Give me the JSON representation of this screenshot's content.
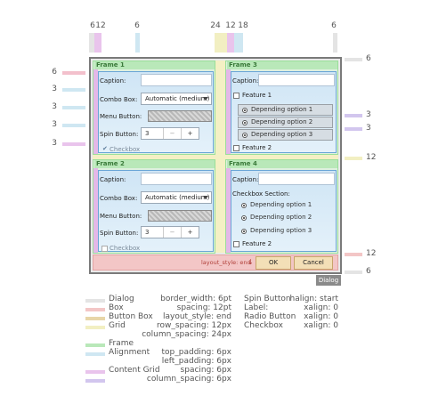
{
  "top_markers": [
    "6",
    "12",
    "6",
    "24",
    "12",
    "18",
    "6"
  ],
  "left_markers": [
    "6",
    "3",
    "3",
    "3",
    "3"
  ],
  "right_markers": [
    "6",
    "3",
    "3",
    "12",
    "12",
    "6"
  ],
  "colors": {
    "dialog": "#e9e9e9",
    "box": "#f3c6c6",
    "button_box": "#f3dfb7",
    "grid": "#f4f0c4",
    "frame": "#b9e8b9",
    "alignment": "#cfe7f2",
    "content_grid": "#e4b8e8",
    "columns": "#c9c9ef"
  },
  "frames": [
    {
      "title": "Frame 1",
      "caption_label": "Caption:",
      "combo_label": "Combo Box:",
      "combo_value": "Automatic (medium)",
      "menu_label": "Menu Button:",
      "spin_label": "Spin Button:",
      "spin_value": "3",
      "spin_minus": "−",
      "spin_plus": "+",
      "checkbox_label": "Checkbox",
      "checkmark": "✔"
    },
    {
      "title": "Frame 2",
      "caption_label": "Caption:",
      "combo_label": "Combo Box:",
      "combo_value": "Automatic (medium)",
      "menu_label": "Menu Button:",
      "spin_label": "Spin Button:",
      "spin_value": "3",
      "spin_minus": "−",
      "spin_plus": "+",
      "checkbox_label": "Checkbox"
    },
    {
      "title": "Frame 3",
      "caption_label": "Caption:",
      "feature1": "Feature 1",
      "options": [
        "Depending option 1",
        "Depending option 2",
        "Depending option 3"
      ],
      "feature2": "Feature 2"
    },
    {
      "title": "Frame 4",
      "caption_label": "Caption:",
      "section_label": "Checkbox Section:",
      "options": [
        "Depending option 1",
        "Depending option 2",
        "Depending option 3"
      ],
      "feature2": "Feature 2"
    }
  ],
  "buttons": {
    "layout_style": "layout_style: end",
    "ok": "OK",
    "cancel": "Cancel"
  },
  "dialog_tag": "Dialog",
  "legend": {
    "items": [
      "Dialog",
      "Box",
      "Button Box",
      "Grid",
      "Frame",
      "Alignment",
      "Content Grid"
    ],
    "props_mid": [
      "border_width: 6pt",
      "spacing: 12pt",
      "layout_style: end",
      "row_spacing: 12px",
      "column_spacing: 24px",
      "top_padding: 6px",
      "left_padding: 6px",
      "spacing: 6px",
      "column_spacing: 6px"
    ],
    "props_right_names": [
      "Spin Button",
      "Label:",
      "Radio Button",
      "Checkbox"
    ],
    "props_right_values": [
      "halign: start",
      "xalign: 0",
      "xalign: 0",
      "xalign: 0"
    ]
  }
}
